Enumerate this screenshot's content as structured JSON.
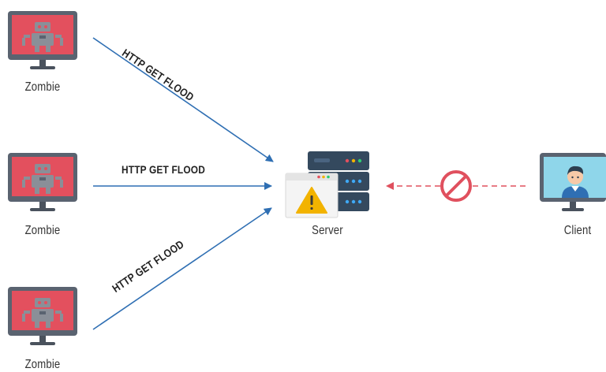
{
  "nodes": {
    "zombie_1": {
      "label": "Zombie",
      "icon": "zombie-monitor-icon"
    },
    "zombie_2": {
      "label": "Zombie",
      "icon": "zombie-monitor-icon"
    },
    "zombie_3": {
      "label": "Zombie",
      "icon": "zombie-monitor-icon"
    },
    "server": {
      "label": "Server",
      "icon": "server-warning-icon"
    },
    "client": {
      "label": "Client",
      "icon": "client-monitor-icon"
    }
  },
  "edges": [
    {
      "from": "zombie_1",
      "to": "server",
      "label": "HTTP GET FLOOD"
    },
    {
      "from": "zombie_2",
      "to": "server",
      "label": "HTTP GET FLOOD"
    },
    {
      "from": "zombie_3",
      "to": "server",
      "label": "HTTP GET FLOOD"
    },
    {
      "from": "client",
      "to": "server",
      "label": "",
      "style": "dashed",
      "blocked": true,
      "blocked_icon": "prohibited-icon"
    }
  ],
  "colors": {
    "attack_arrow": "#2f6fb3",
    "blocked_arrow": "#e0505e",
    "zombie_screen": "#e3505e",
    "monitor_frame": "#5a6370",
    "server_body": "#34495e",
    "warning": "#f2b300",
    "client_screen": "#8fd6ea"
  }
}
